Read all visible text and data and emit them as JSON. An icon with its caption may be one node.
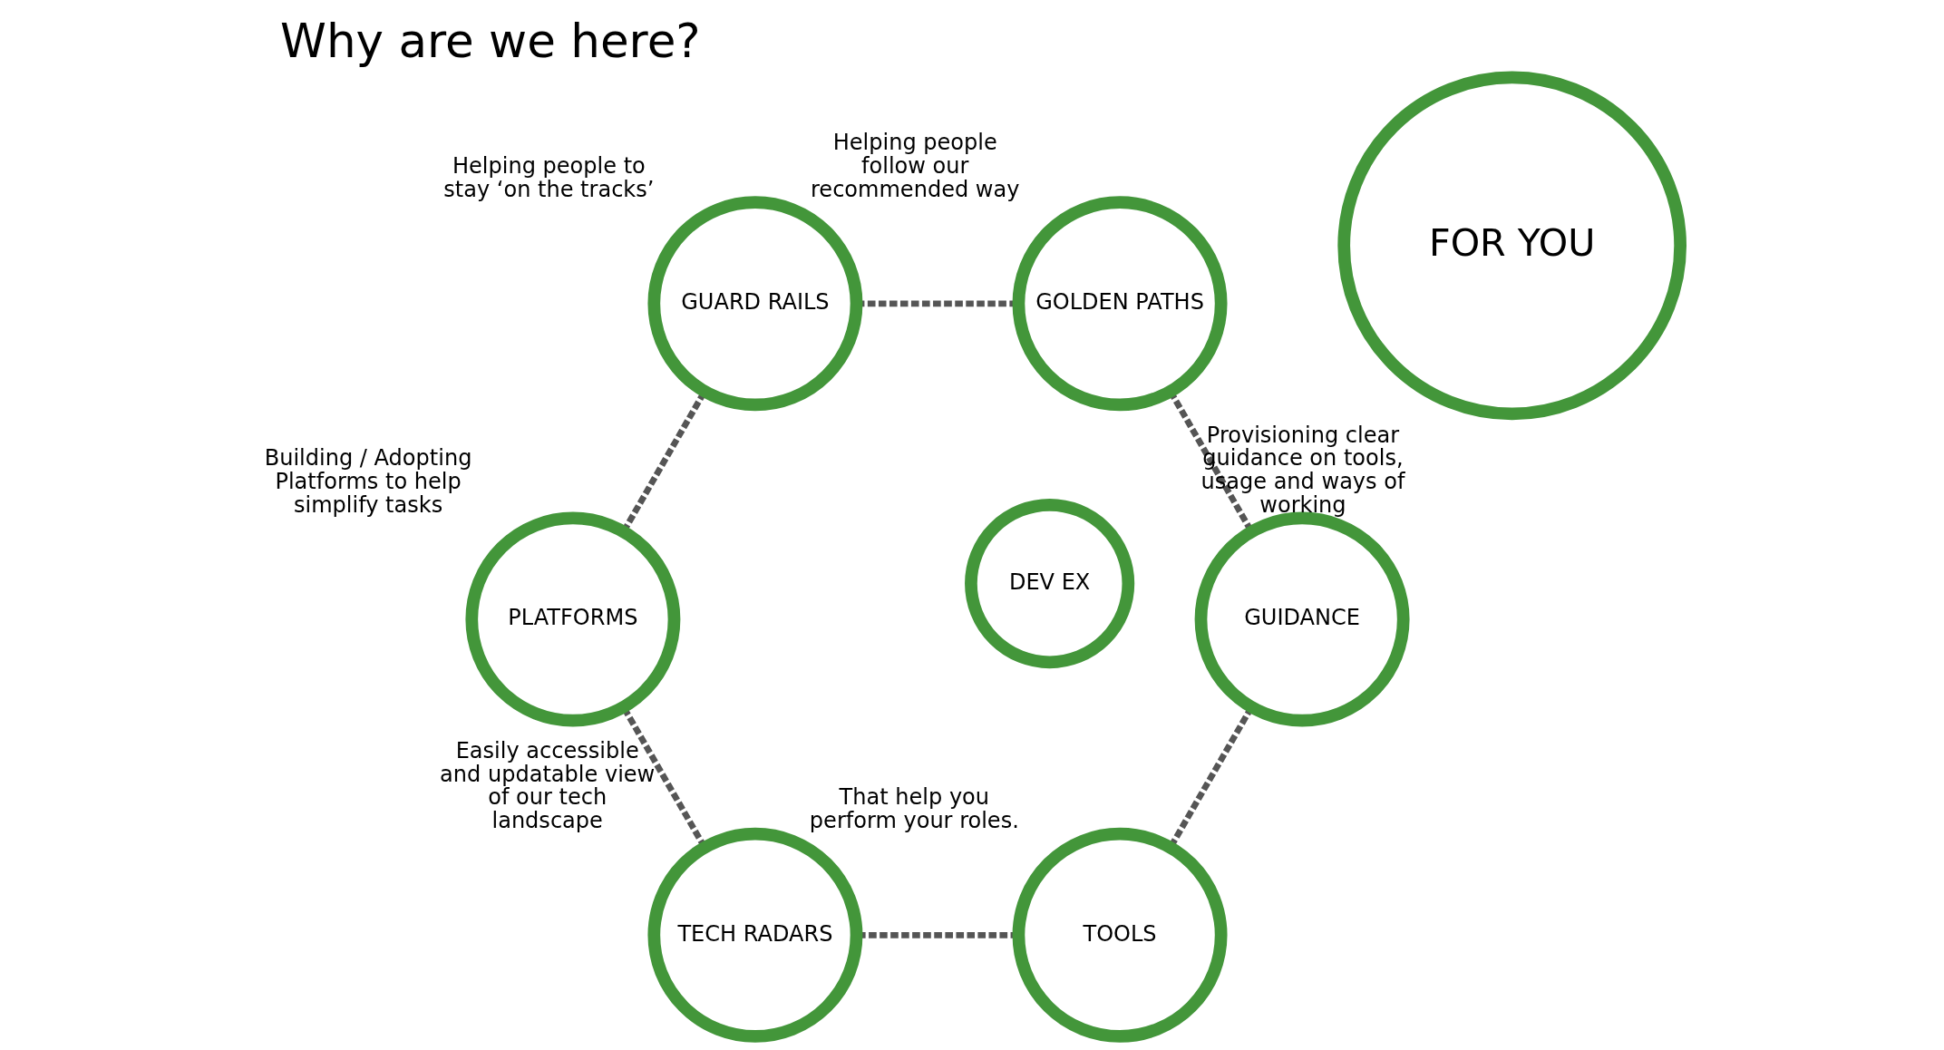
{
  "diagram": {
    "title": "Why are we here?",
    "nodes": [
      {
        "text": [
          "DEV EX"
        ]
      },
      {
        "text": [
          "TOOLS"
        ],
        "beside": [
          "That help you perform your roles."
        ]
      },
      {
        "text": [
          "TECH RADARS"
        ],
        "beside": [
          "Easily accessible and updatable view of our tech landscape"
        ]
      },
      {
        "text": [
          "PLATFORMS"
        ],
        "beside": [
          "Building / Adopting Platforms to help simplify tasks"
        ]
      },
      {
        "text": [
          "GUARD RAILS"
        ],
        "beside": [
          "Helping people to stay ‘on the tracks’"
        ]
      },
      {
        "text": [
          "GOLDEN PATHS"
        ],
        "beside": [
          "Helping people follow our recommended way"
        ]
      },
      {
        "text": [
          "GUIDANCE"
        ],
        "beside": [
          "Provisioning clear guidance on tools, usage and ways of working"
        ]
      },
      {
        "text": [
          "FOR YOU"
        ]
      }
    ],
    "edges": [
      {
        "from": 1,
        "to": 2,
        "arrow": "none",
        "style": "dashed"
      },
      {
        "from": 2,
        "to": 3,
        "arrow": "none",
        "style": "dashed"
      },
      {
        "from": 3,
        "to": 4,
        "arrow": "none",
        "style": "dashed"
      },
      {
        "from": 4,
        "to": 5,
        "arrow": "none",
        "style": "dashed"
      },
      {
        "from": 5,
        "to": 6,
        "arrow": "none",
        "style": "dashed"
      },
      {
        "from": 6,
        "to": 1,
        "arrow": "none",
        "style": "dashed"
      }
    ]
  }
}
